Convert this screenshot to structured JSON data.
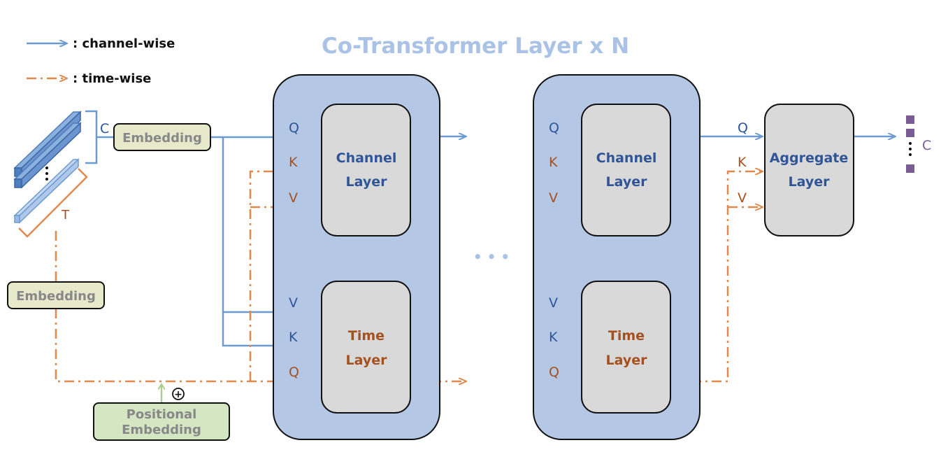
{
  "legend": {
    "channel_wise": ": channel-wise",
    "time_wise": ": time-wise"
  },
  "title": "Co-Transformer Layer  x N",
  "input": {
    "c_label": "C",
    "t_label": "T",
    "channel_embedding": "Embedding",
    "time_embedding": "Embedding",
    "positional_line1": "Positional",
    "positional_line2": "Embedding",
    "plus": "+"
  },
  "block1": {
    "channel_line1": "Channel",
    "channel_line2": "Layer",
    "time_line1": "Time",
    "time_line2": "Layer",
    "ch_q": "Q",
    "ch_k": "K",
    "ch_v": "V",
    "t_v": "V",
    "t_k": "K",
    "t_q": "Q"
  },
  "block2": {
    "channel_line1": "Channel",
    "channel_line2": "Layer",
    "time_line1": "Time",
    "time_line2": "Layer",
    "ch_q": "Q",
    "ch_k": "K",
    "ch_v": "V",
    "t_v": "V",
    "t_k": "K",
    "t_q": "Q"
  },
  "ellipsis": "• • •",
  "aggregate": {
    "line1": "Aggregate",
    "line2": "Layer",
    "q": "Q",
    "k": "K",
    "v": "V"
  },
  "output": {
    "c_label": "C"
  },
  "colors": {
    "channel_arrow": "#6B9BD1",
    "time_arrow": "#E0894F",
    "block_fill": "#B4C8E6",
    "layer_fill": "#D9D9D9",
    "channel_text": "#2F5597",
    "time_text": "#A5501F",
    "embedding_fill": "#E6EACB",
    "positional_fill": "#D4E7C2",
    "title": "#A9C2E6",
    "output_square": "#7A5C94"
  }
}
